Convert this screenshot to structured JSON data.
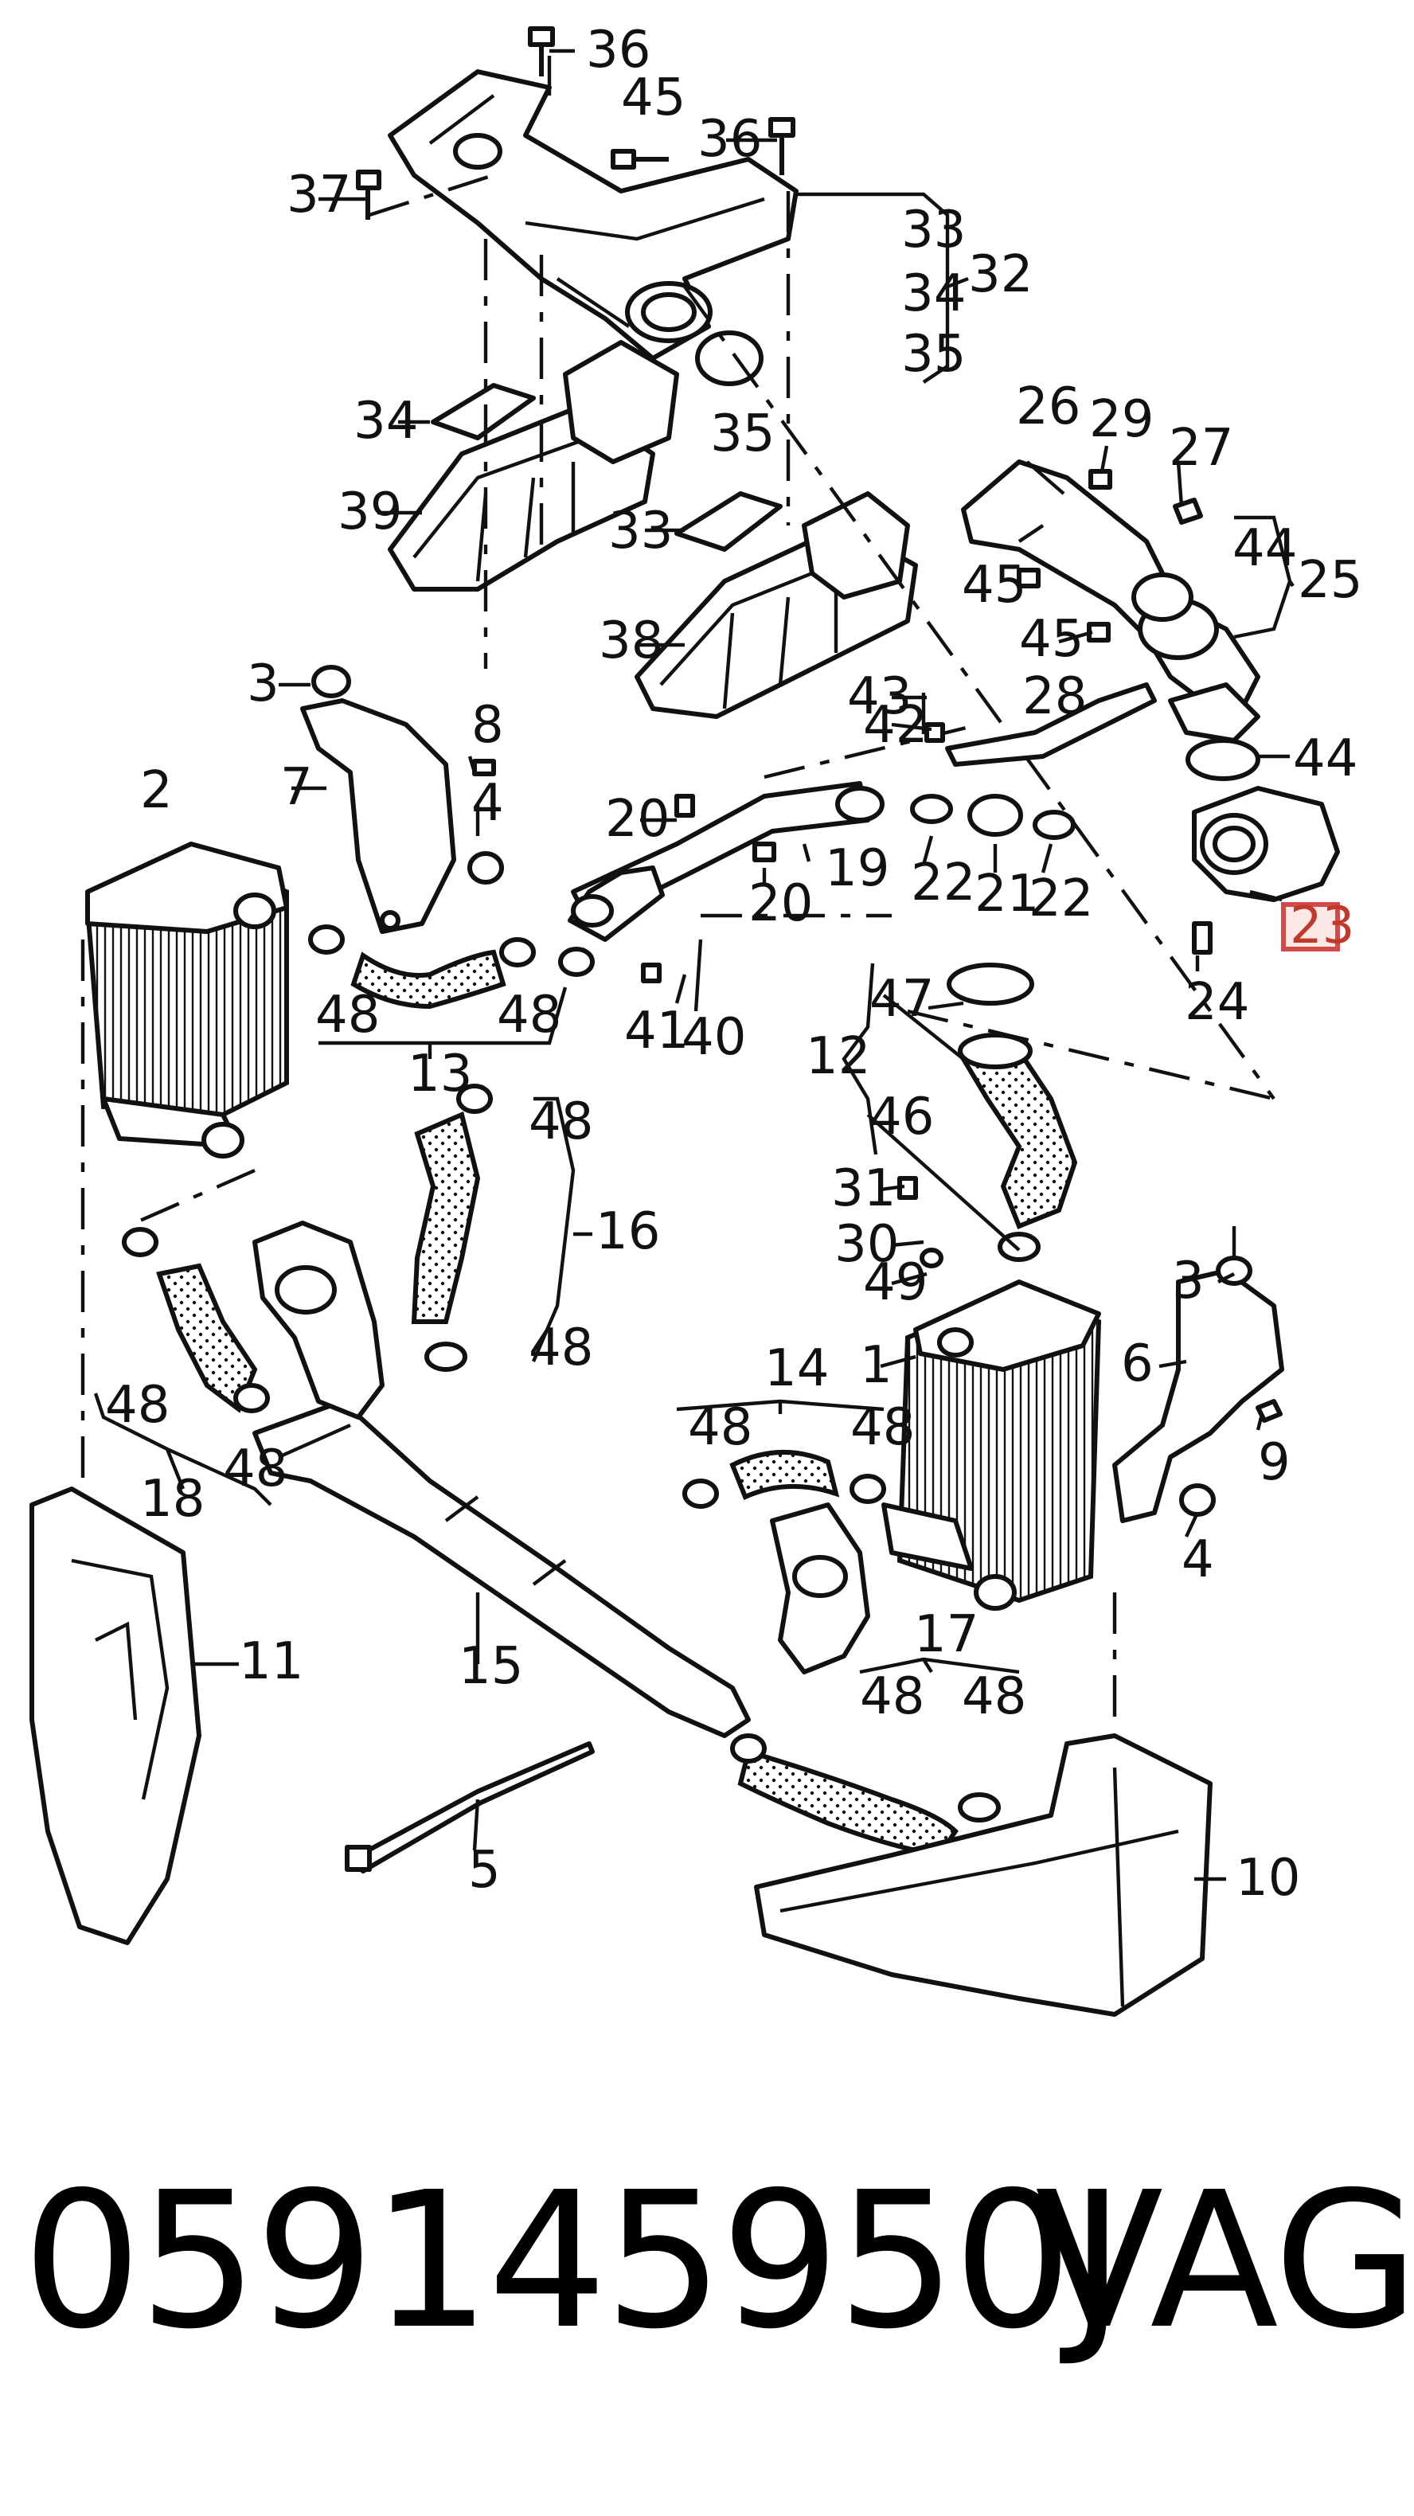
{
  "diagram": {
    "callouts": {
      "c1": "1",
      "c2": "2",
      "c3a": "3",
      "c3b": "3",
      "c4a": "4",
      "c4b": "4",
      "c5": "5",
      "c6": "6",
      "c7": "7",
      "c8": "8",
      "c9": "9",
      "c10": "10",
      "c11": "11",
      "c12": "12",
      "c13": "13",
      "c14": "14",
      "c15": "15",
      "c16": "16",
      "c17": "17",
      "c18": "18",
      "c19": "19",
      "c20a": "20",
      "c20b": "20",
      "c21": "21",
      "c22a": "22",
      "c22b": "22",
      "c23": "23",
      "c24": "24",
      "c25": "25",
      "c26": "26",
      "c27": "27",
      "c28": "28",
      "c29": "29",
      "c30": "30",
      "c31": "31",
      "c32": "32",
      "c33a": "33",
      "c33b": "33",
      "c34a": "34",
      "c34b": "34",
      "c35a": "35",
      "c35b": "35",
      "c36a": "36",
      "c36b": "36",
      "c37": "37",
      "c38": "38",
      "c39": "39",
      "c40": "40",
      "c41": "41",
      "c42": "42",
      "c43": "43",
      "c44a": "44",
      "c44b": "44",
      "c45a": "45",
      "c45b": "45",
      "c45c": "45",
      "c46": "46",
      "c47": "47",
      "c48a": "48",
      "c48b": "48",
      "c48c": "48",
      "c48d": "48",
      "c48e": "48",
      "c48f": "48",
      "c48g": "48",
      "c48h": "48",
      "c48i": "48",
      "c48j": "48",
      "c49": "49"
    },
    "highlighted_callout": "c23",
    "highlight_color": "#d24a4a"
  },
  "footer": {
    "part_number": "059145950J",
    "brand": "VAG"
  }
}
